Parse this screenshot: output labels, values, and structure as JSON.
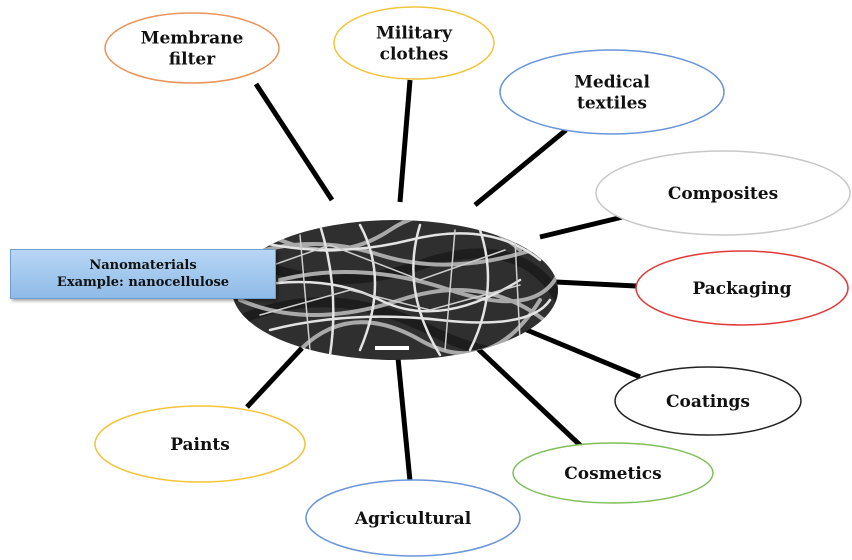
{
  "center": {
    "title_line1": "Nanomaterials",
    "title_line2": "Example: nanocellulose",
    "image_icon": "sem-micrograph-fibers"
  },
  "applications": [
    {
      "id": "membrane-filter",
      "lines": [
        "Membrane",
        "filter"
      ],
      "color": "#e8945a"
    },
    {
      "id": "military-clothes",
      "lines": [
        "Military",
        "clothes"
      ],
      "color": "#f2c53a"
    },
    {
      "id": "medical-textiles",
      "lines": [
        "Medical",
        "textiles"
      ],
      "color": "#6a95d8"
    },
    {
      "id": "composites",
      "lines": [
        "Composites"
      ],
      "color": "#c8c8c8"
    },
    {
      "id": "packaging",
      "lines": [
        "Packaging"
      ],
      "color": "#e23a3a"
    },
    {
      "id": "coatings",
      "lines": [
        "Coatings"
      ],
      "color": "#222222"
    },
    {
      "id": "cosmetics",
      "lines": [
        "Cosmetics"
      ],
      "color": "#7fbf5a"
    },
    {
      "id": "agricultural",
      "lines": [
        "Agricultural"
      ],
      "color": "#6a95d8"
    },
    {
      "id": "paints",
      "lines": [
        "Paints"
      ],
      "color": "#f2c53a"
    }
  ]
}
